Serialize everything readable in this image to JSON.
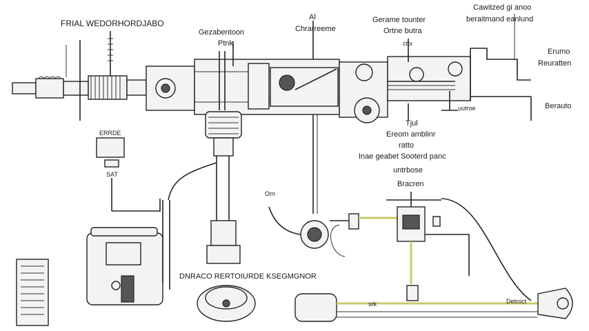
{
  "diagram": {
    "labels": {
      "top_left": "FRIAL WEDORHORDJABO",
      "top_center": "Gezabentoon",
      "top_center_sub": "Ptnk",
      "top_mid": "Al",
      "top_mid_sub": "Chrarreeme",
      "top_right_a": "Gerame tounter",
      "top_right_a_sub": "Ortne butra",
      "top_far_right": "Cawitzed gi anoo",
      "top_far_right_sub": "beraitmand eanlund",
      "right_a": "Erumo",
      "right_a_sub": "Reuratten",
      "right_b": "Berauto",
      "mid_a": "Tjul",
      "mid_b": "Ereom amblinr",
      "mid_c": "ratto",
      "mid_d": "Inae geabet Sooterd panc",
      "mid_e": "untrbose",
      "mid_f": "Bracren",
      "left_box": "ERRDE",
      "left_box_sub": "SAT",
      "bottom_row": "DNRACO   RERTOIURDE KSEGMGNOR",
      "small_left": "Orn",
      "small_right_tag": "uutroe",
      "bottom_tag_a": "srk",
      "bottom_tag_b": "Detroct",
      "small_kk": "cttx"
    }
  }
}
